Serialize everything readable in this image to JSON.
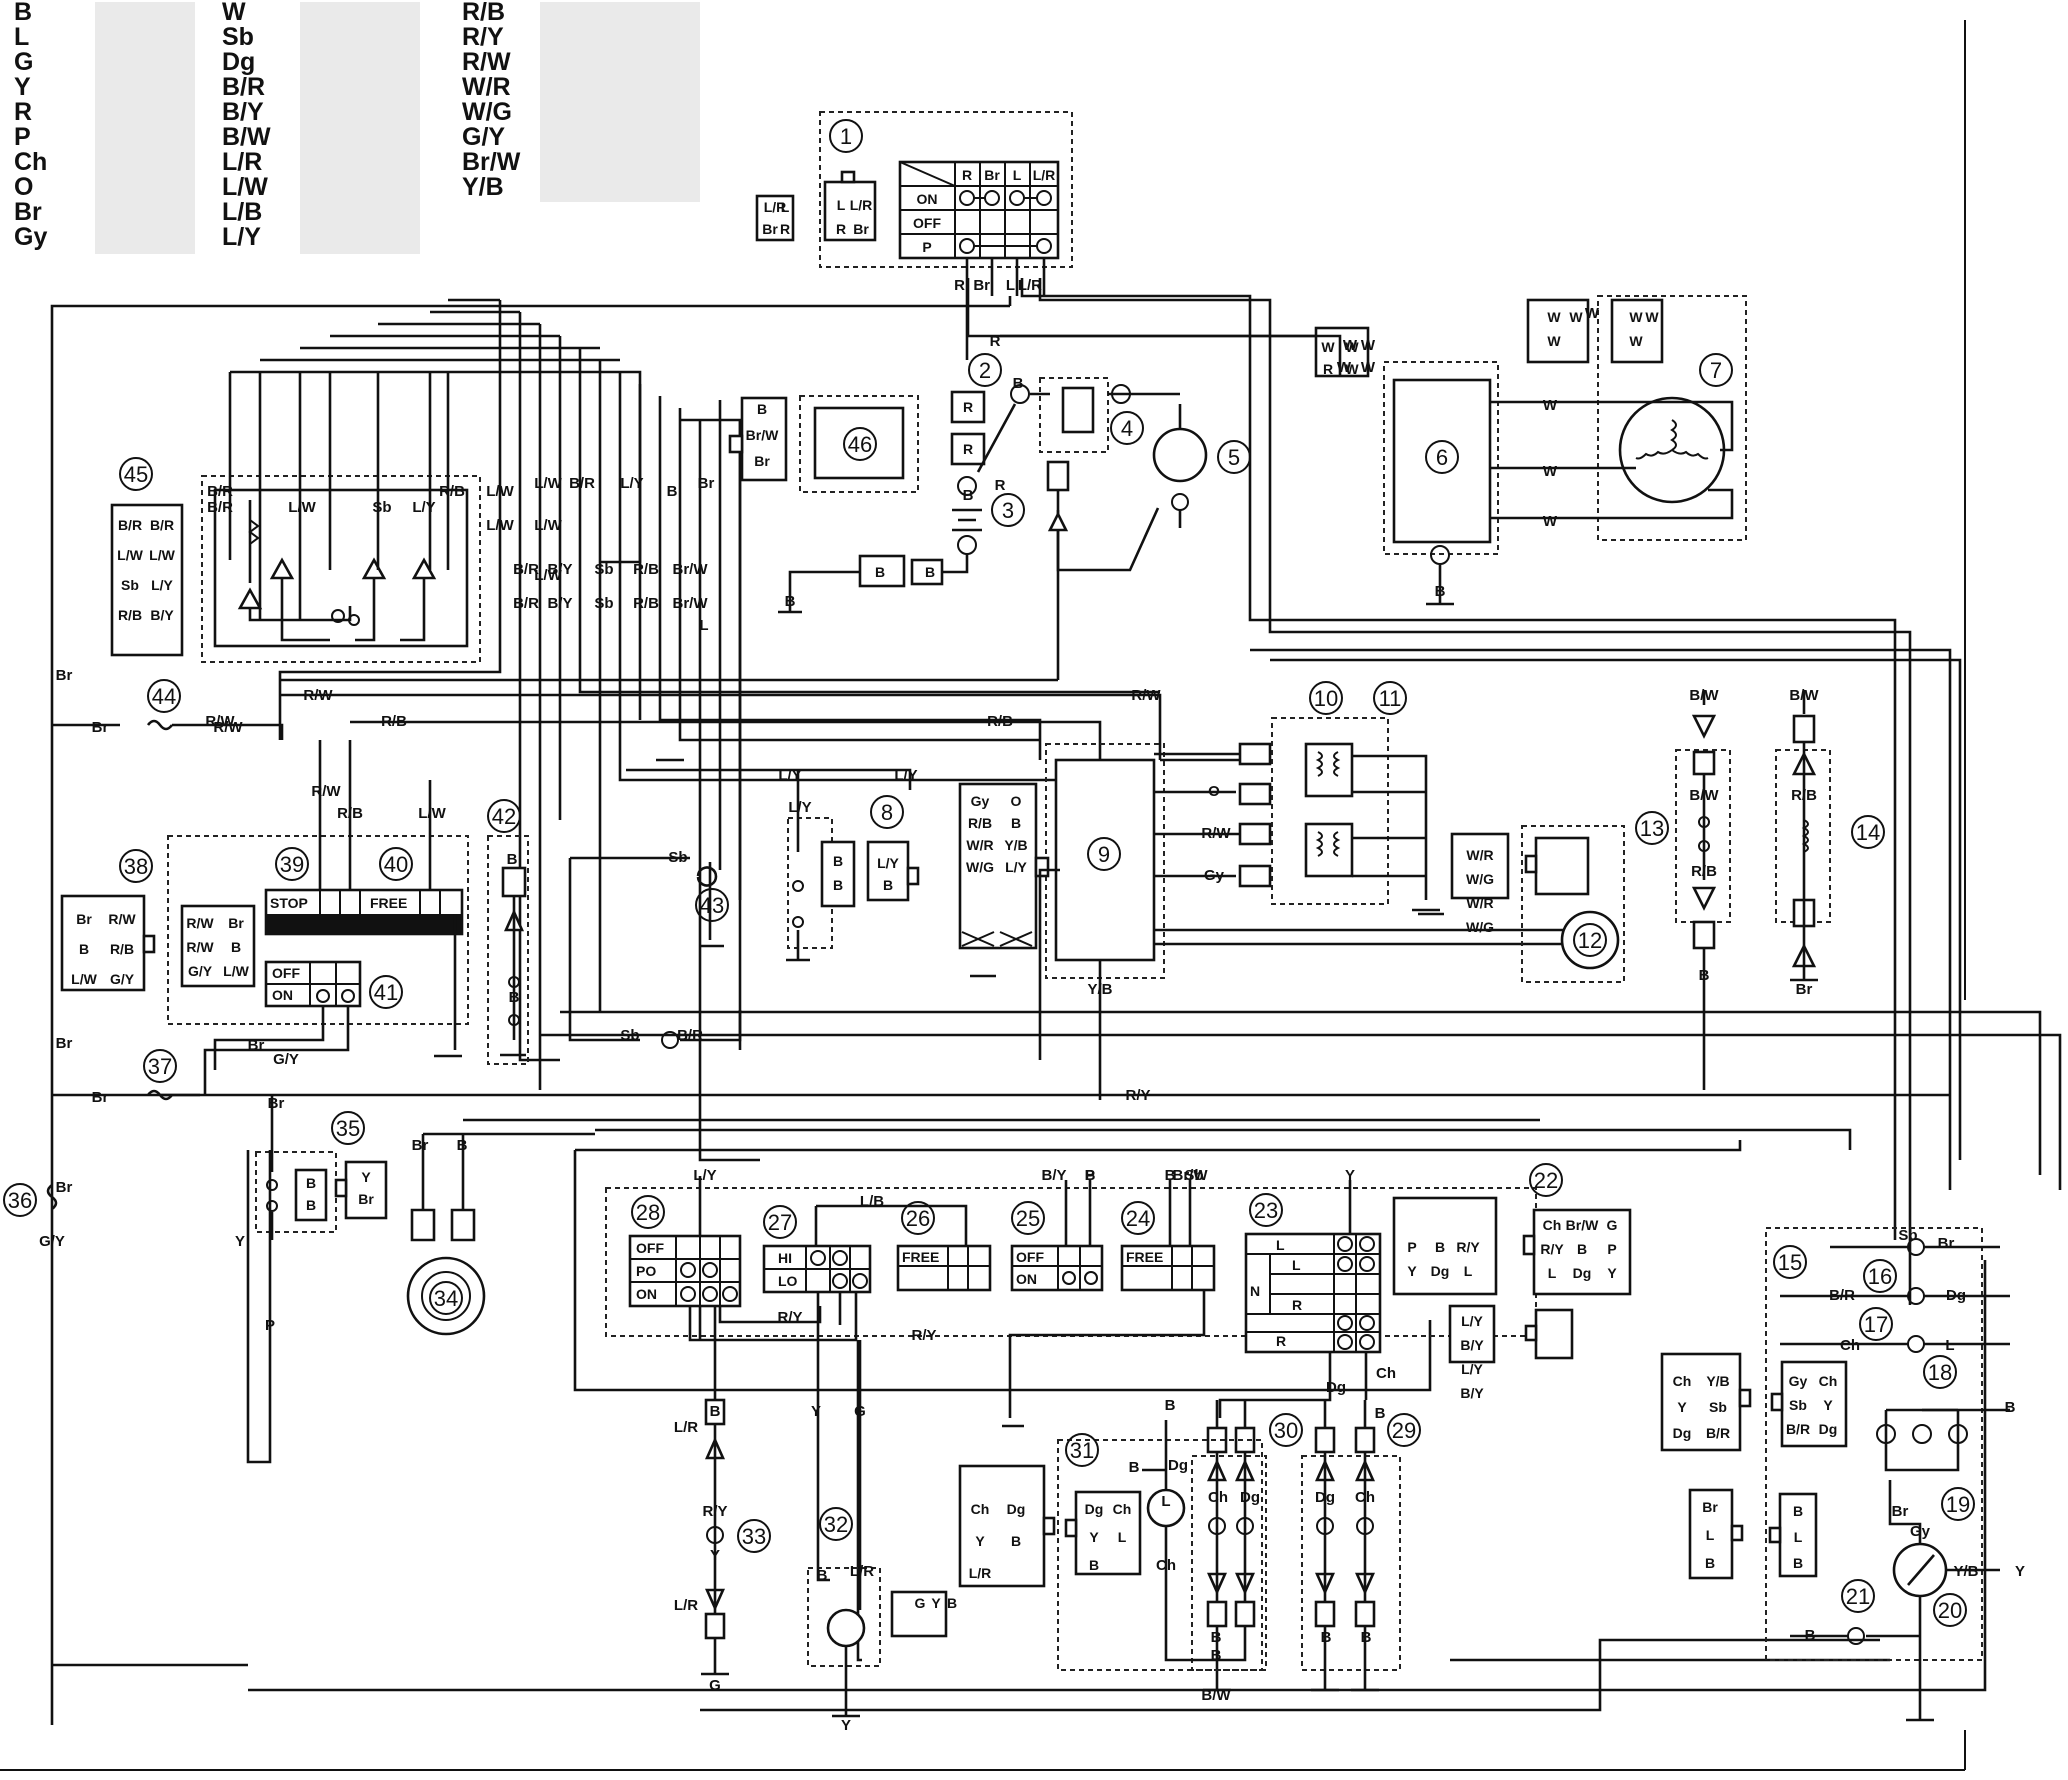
{
  "legend": {
    "col1": [
      "B",
      "L",
      "G",
      "Y",
      "R",
      "P",
      "Ch",
      "O",
      "Br",
      "Gy"
    ],
    "col2": [
      "W",
      "Sb",
      "Dg",
      "B/R",
      "B/Y",
      "B/W",
      "L/R",
      "L/W",
      "L/B",
      "L/Y"
    ],
    "col3": [
      "R/B",
      "R/Y",
      "R/W",
      "W/R",
      "W/G",
      "G/Y",
      "Br/W",
      "Y/B"
    ]
  },
  "components": [
    "1",
    "2",
    "3",
    "4",
    "5",
    "6",
    "7",
    "8",
    "9",
    "10",
    "11",
    "12",
    "13",
    "14",
    "15",
    "16",
    "17",
    "18",
    "19",
    "20",
    "21",
    "22",
    "23",
    "24",
    "25",
    "26",
    "27",
    "28",
    "29",
    "30",
    "31",
    "32",
    "33",
    "34",
    "35",
    "36",
    "37",
    "38",
    "39",
    "40",
    "41",
    "42",
    "43",
    "44",
    "45",
    "46"
  ],
  "switch_main": {
    "cols": [
      "R",
      "Br",
      "L",
      "L/R"
    ],
    "rows": [
      "ON",
      "OFF",
      "P"
    ],
    "wires": [
      "R",
      "Br",
      "L",
      "L/R"
    ],
    "conn_a": [
      "L/R",
      "L",
      "Br",
      "R"
    ],
    "conn_b": [
      "L",
      "L/R",
      "R",
      "Br"
    ]
  },
  "blocks": {
    "stop": "STOP",
    "free_a": "FREE",
    "free_b": "FREE",
    "free_c": "FREE",
    "off": "OFF",
    "on": "ON",
    "hi": "HI",
    "lo": "LO",
    "po": "PO",
    "n": "N",
    "l": "L",
    "r": "R"
  },
  "wire_labels": [
    "R",
    "R",
    "W",
    "W",
    "W",
    "W",
    "W",
    "W",
    "W",
    "W",
    "B",
    "B",
    "B",
    "B",
    "L/W",
    "L/W",
    "B/R",
    "B/R",
    "L/W",
    "Sb",
    "L/Y",
    "R/B",
    "L/W",
    "L/W",
    "L/W",
    "B/R",
    "L/Y",
    "B",
    "Br",
    "B/R",
    "B/Y",
    "Sb",
    "R/B",
    "Br/W",
    "B/R",
    "B/Y",
    "Sb",
    "R/B",
    "Br/W",
    "R/W",
    "R/B",
    "R/W",
    "R/B",
    "L/W",
    "R/W",
    "R/B",
    "L/Y",
    "L/Y",
    "L/Y",
    "R/W",
    "O",
    "R/W",
    "Gy",
    "Y/B",
    "Br",
    "Br",
    "Br",
    "R/W",
    "Br",
    "Br",
    "G/Y",
    "Br",
    "Br",
    "R/Y",
    "G/Y",
    "Y",
    "P",
    "Br",
    "B",
    "B",
    "Sb",
    "Sb",
    "Sb",
    "B/R",
    "B",
    "B",
    "L",
    "L/Y",
    "B/Y",
    "P",
    "B",
    "Br/W",
    "Y",
    "L/B",
    "R/Y",
    "R/Y",
    "L/R",
    "L/R",
    "B",
    "R/Y",
    "B",
    "Y",
    "G",
    "Y",
    "G",
    "B",
    "L/R",
    "Y",
    "L",
    "B",
    "Dg",
    "Ch",
    "Ch",
    "Dg",
    "Ch",
    "Dg",
    "Dg",
    "Ch",
    "B",
    "B",
    "B",
    "B",
    "B",
    "B/W",
    "B/W",
    "B/W",
    "B/W",
    "R/B",
    "R/B",
    "B",
    "Br",
    "Sb",
    "Br",
    "B/R",
    "Dg",
    "Ch",
    "L",
    "B",
    "Br",
    "Gy",
    "Y/B",
    "Y",
    "B"
  ],
  "connector_cells": {
    "c45": [
      "B/R",
      "B/R",
      "L/W",
      "L/W",
      "Sb",
      "L/Y",
      "R/B",
      "B/Y"
    ],
    "c38a": [
      "Br",
      "R/W",
      "B",
      "R/B",
      "L/W",
      "G/Y"
    ],
    "c38b": [
      "R/W",
      "Br",
      "R/W",
      "B",
      "G/Y",
      "L/W"
    ],
    "c9": [
      "Gy",
      "O",
      "R/B",
      "B",
      "W/R",
      "Y/B",
      "W/G",
      "L/Y"
    ],
    "c12": [
      "W/R",
      "W/G",
      "W/R",
      "W/G"
    ],
    "c22a": [
      "P",
      "B",
      "R/Y",
      "Y",
      "Dg",
      "L"
    ],
    "c22b": [
      "Ch",
      "Br/W",
      "G",
      "R/Y",
      "B",
      "P",
      "L",
      "Dg",
      "Y"
    ],
    "c22c": [
      "L/Y",
      "B/Y",
      "L/Y",
      "B/Y"
    ],
    "c18a": [
      "Ch",
      "Y/B",
      "Y",
      "Sb",
      "Dg",
      "B/R"
    ],
    "c18b": [
      "Gy",
      "Ch",
      "Sb",
      "Y",
      "B/R",
      "Dg"
    ],
    "c19a": [
      "Br",
      "L",
      "B"
    ],
    "c19b": [
      "B",
      "L",
      "B"
    ],
    "c31a": [
      "Ch",
      "Dg",
      "Y",
      "B",
      "L/R"
    ],
    "c31b": [
      "Dg",
      "Ch",
      "Y",
      "L",
      "B"
    ],
    "c32": [
      "G",
      "Y",
      "B"
    ],
    "c35a": [
      "B",
      "B"
    ],
    "c35b": [
      "Y",
      "Br"
    ],
    "c8a": [
      "B",
      "B"
    ],
    "c8b": [
      "L/Y",
      "B"
    ],
    "c6": [
      "W",
      "W",
      "R",
      "W"
    ],
    "c7a": [
      "W",
      "W",
      "W"
    ],
    "c7b": [
      "W",
      "W",
      "W"
    ],
    "c3": [
      "B",
      "B"
    ],
    "c2": [
      "R",
      "R"
    ],
    "c46": [
      "B",
      "Br/W",
      "Br"
    ]
  }
}
